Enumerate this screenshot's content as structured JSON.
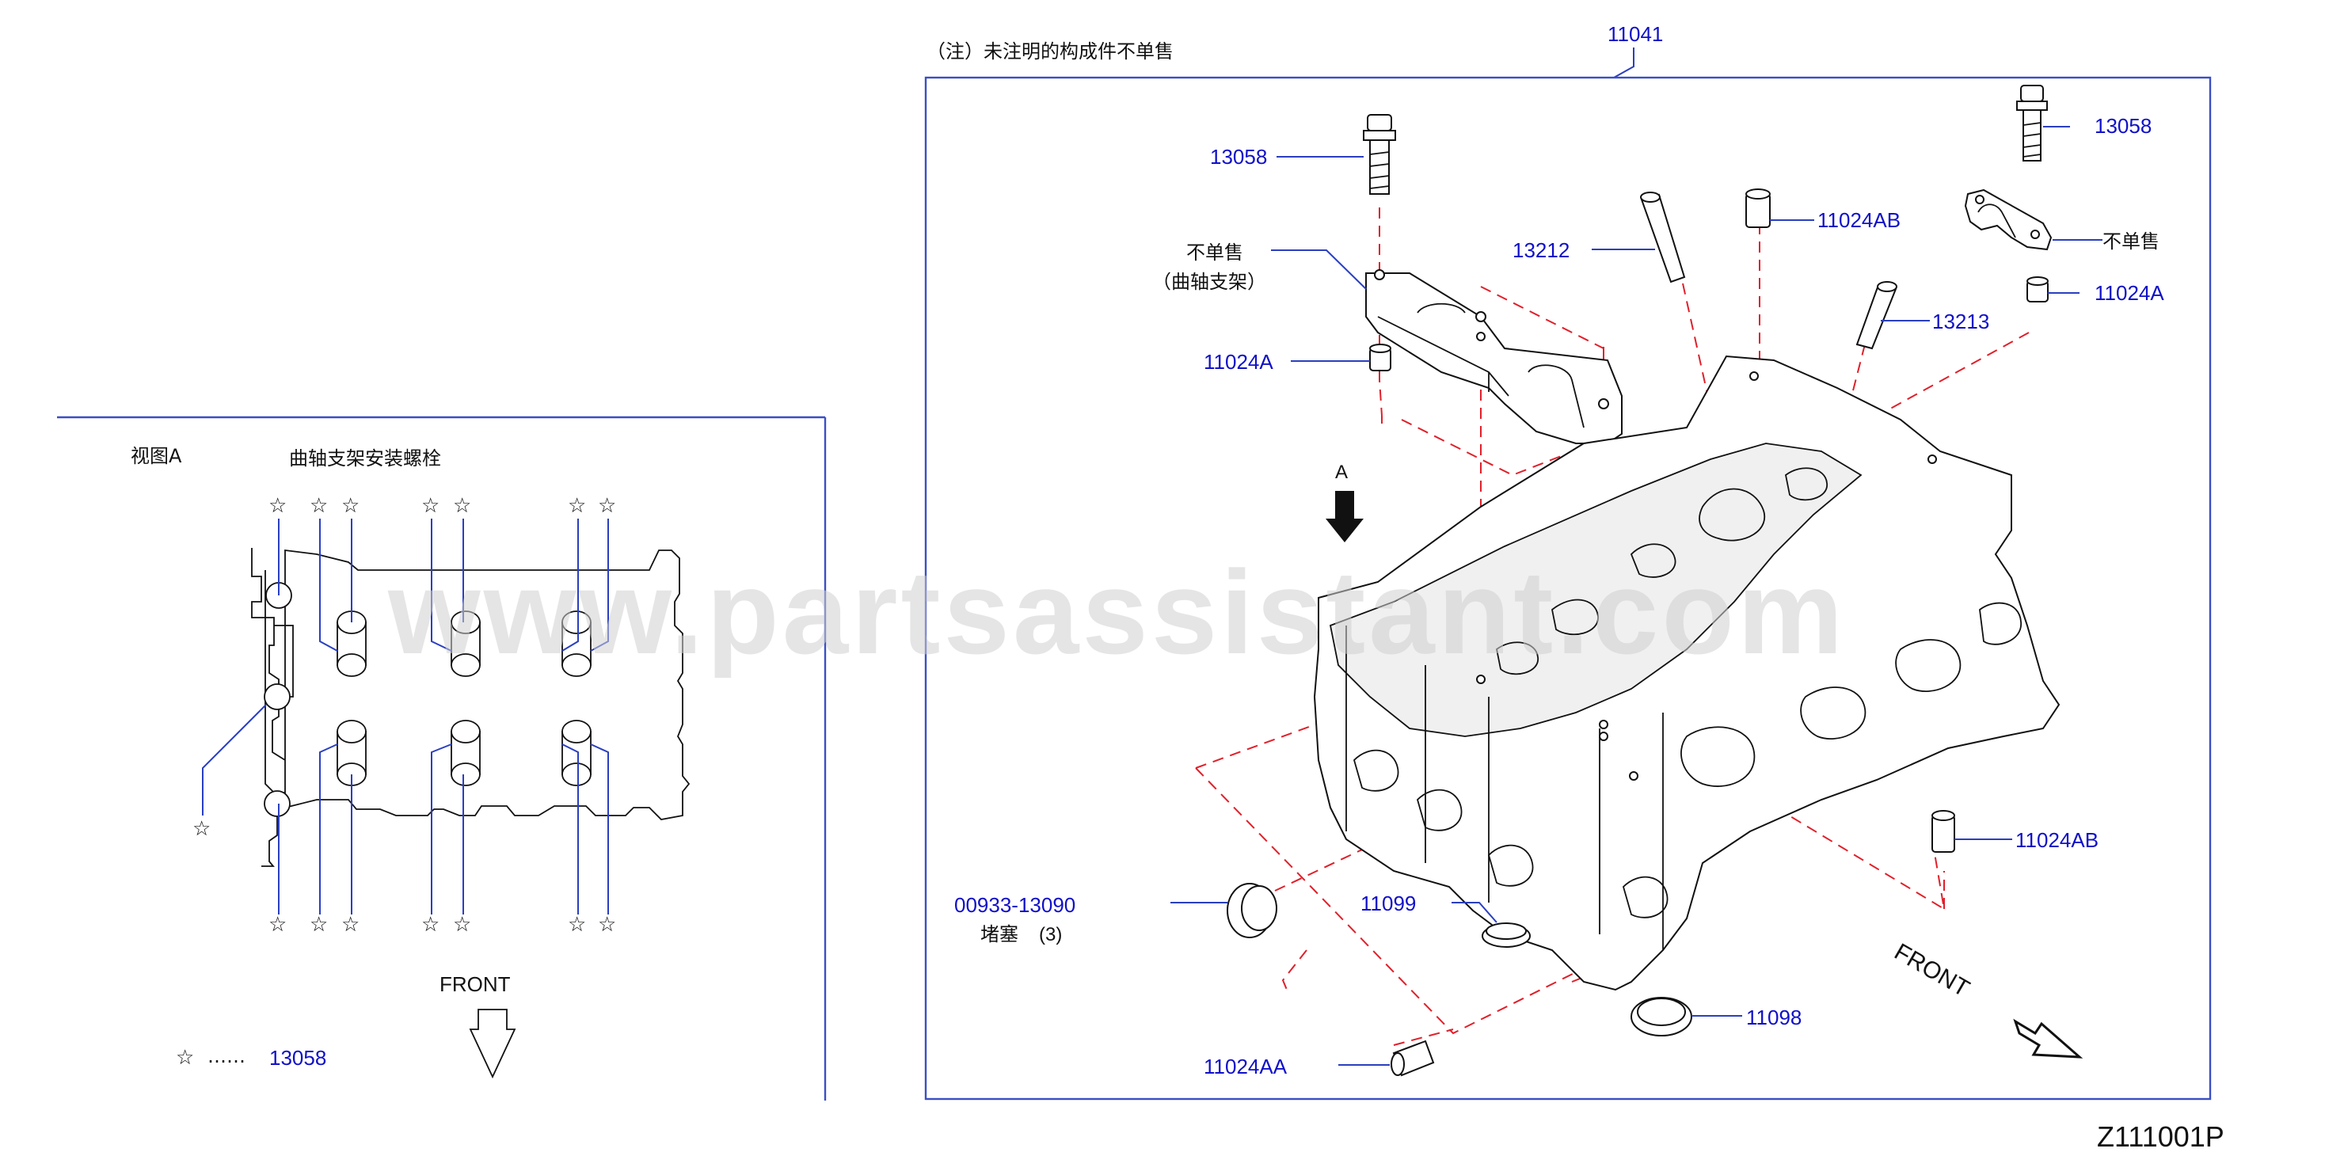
{
  "note": "（注）未注明的构成件不单售",
  "main_part": "11041",
  "drawing_id": "Z111001P",
  "watermark": "www.partsassistant.com",
  "view_a": {
    "title": "视图A",
    "subtitle": "曲轴支架安装螺栓",
    "front_label": "FRONT",
    "star_symbol": "☆",
    "legend_symbol": "☆",
    "legend_dots": "……",
    "legend_part": "13058"
  },
  "main_view": {
    "arrow_label": "A",
    "front_label": "FRONT",
    "parts": {
      "bolt_left": "13058",
      "bolt_right": "13058",
      "not_sold_left_1": "不单售",
      "not_sold_left_2": "（曲轴支架）",
      "not_sold_right": "不单售",
      "dowel_left": "11024A",
      "dowel_right": "11024A",
      "guide_13212": "13212",
      "guide_13213": "13213",
      "dowel_ab_top": "11024AB",
      "dowel_ab_bottom": "11024AB",
      "plug_number": "00933-13090",
      "plug_name": "堵塞",
      "plug_qty": "(3)",
      "seal_11099": "11099",
      "seal_11098": "11098",
      "dowel_aa": "11024AA"
    }
  }
}
